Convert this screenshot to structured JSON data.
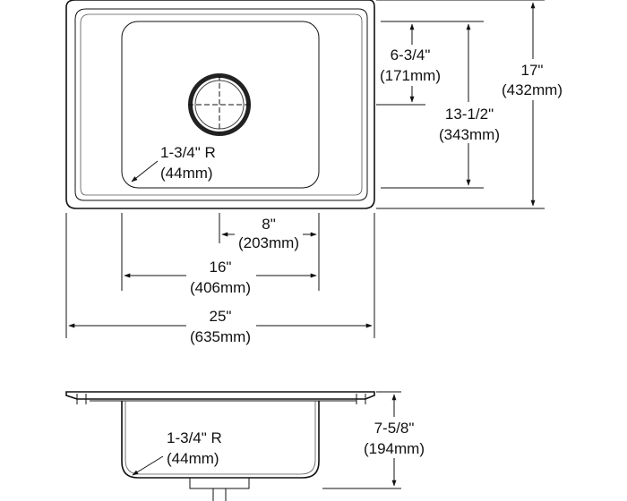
{
  "top_view": {
    "overall_length": {
      "imperial": "25\"",
      "metric": "(635mm)"
    },
    "overall_width": {
      "imperial": "17\"",
      "metric": "(432mm)"
    },
    "bowl_length": {
      "imperial": "16\"",
      "metric": "(406mm)"
    },
    "bowl_width": {
      "imperial": "13-1/2\"",
      "metric": "(343mm)"
    },
    "drain_offset_length": {
      "imperial": "8\"",
      "metric": "(203mm)"
    },
    "drain_offset_width": {
      "imperial": "6-3/4\"",
      "metric": "(171mm)"
    },
    "corner_radius": {
      "imperial": "1-3/4\" R",
      "metric": "(44mm)"
    }
  },
  "side_view": {
    "bowl_depth": {
      "imperial": "7-5/8\"",
      "metric": "(194mm)"
    },
    "corner_radius": {
      "imperial": "1-3/4\" R",
      "metric": "(44mm)"
    }
  }
}
